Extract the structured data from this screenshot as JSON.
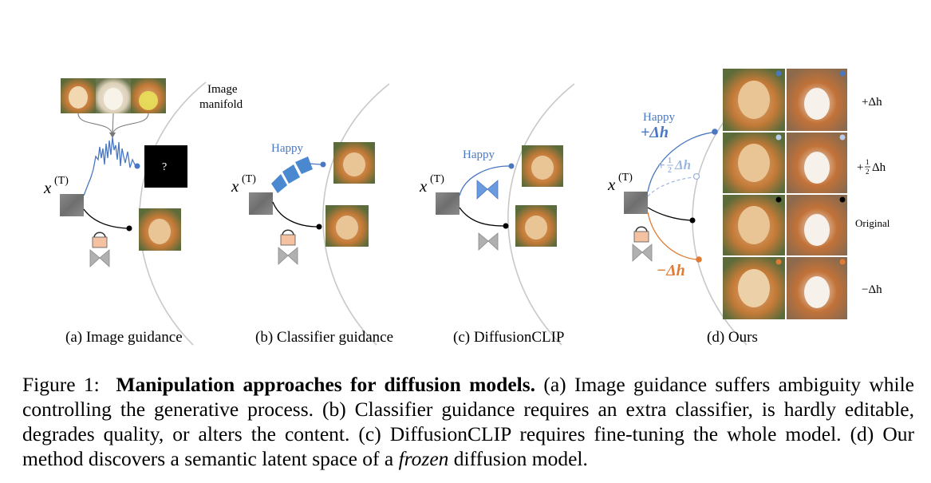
{
  "panels": {
    "a": {
      "label": "(a) Image guidance",
      "manifold_line1": "Image",
      "manifold_line2": "manifold",
      "unknown_symbol": "?",
      "xt_base": "x",
      "xt_sup": "(T)"
    },
    "b": {
      "label": "(b) Classifier guidance",
      "happy": "Happy",
      "xt_base": "x",
      "xt_sup": "(T)"
    },
    "c": {
      "label": "(c) DiffusionCLIP",
      "happy": "Happy",
      "xt_base": "x",
      "xt_sup": "(T)"
    },
    "d": {
      "label": "(d) Ours",
      "happy": "Happy",
      "plus_dh": "+Δh",
      "plus_half_prefix": "+",
      "half_num": "1",
      "half_den": "2",
      "dh": "Δh",
      "minus_dh": "−Δh",
      "xt_base": "x",
      "xt_sup": "(T)",
      "row_labels": {
        "r1": "+Δh",
        "r2_prefix": "+",
        "r2_num": "1",
        "r2_den": "2",
        "r2_suffix": "Δh",
        "r3": "Original",
        "r4": "−Δh"
      }
    }
  },
  "colors": {
    "blue": "#4a78c0",
    "light_blue": "#9db6dc",
    "orange": "#e07b35",
    "gray_arc": "#c8c8c8",
    "dog_golden": "#c8803e",
    "corgi": "#b5652e"
  },
  "caption": {
    "prefix": "Figure 1:",
    "bold": "Manipulation approaches for diffusion models.",
    "part1": " (a) Image guidance suffers ambiguity while controlling the generative process. (b) Classifier guidance requires an extra classifier, is hardly editable, degrades quality, or alters the content. (c) DiffusionCLIP requires fine-tuning the whole model. (d) Our method discovers a semantic latent space of a ",
    "italic": "frozen",
    "part2": " diffusion model."
  }
}
